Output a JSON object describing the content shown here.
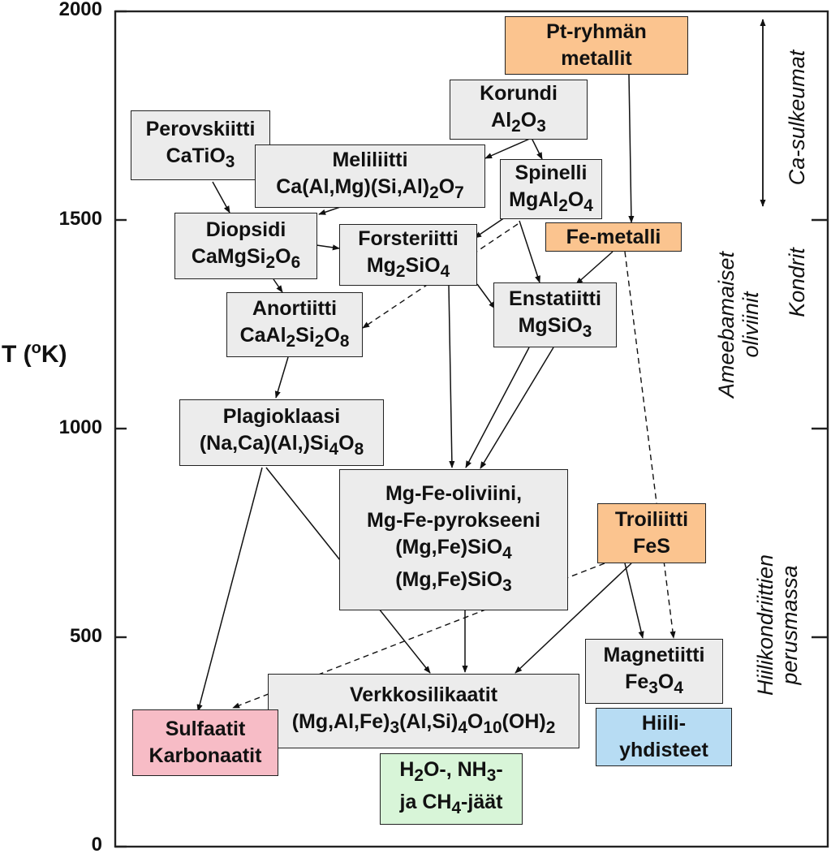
{
  "axis": {
    "label": "T (°K)",
    "ticks": [
      "2000",
      "1500",
      "1000",
      "500",
      "0"
    ]
  },
  "side_labels": {
    "ca_sulkeumat": "Ca-sulkeumat",
    "kondrit": "Kondrit",
    "ameebamaiset": "Ameebamaiset oliviinit",
    "hiilikondriittien": "Hiilikondriittien perusmassa"
  },
  "boxes": {
    "pt": [
      "Pt-ryhmän",
      "metallit"
    ],
    "korundi": [
      "Korundi",
      "Al2O3"
    ],
    "perovskiitti": [
      "Perovskiitti",
      "CaTiO3"
    ],
    "melilitti": [
      "Meliliitti",
      "Ca(Al,Mg)(Si,Al)2O7"
    ],
    "spinelli": [
      "Spinelli",
      "MgAl2O4"
    ],
    "diopsidi": [
      "Diopsidi",
      "CaMgSi2O6"
    ],
    "forsteriitti": [
      "Forsteriitti",
      "Mg2SiO4"
    ],
    "femetalli": [
      "Fe-metalli"
    ],
    "anortiitti": [
      "Anortiitti",
      "CaAl2Si2O8"
    ],
    "enstatiitti": [
      "Enstatiitti",
      "MgSiO3"
    ],
    "plagioklaasi": [
      "Plagioklaasi",
      "(Na,Ca)(Al,)Si4O8"
    ],
    "mgfe": [
      "Mg-Fe-oliviini,",
      "Mg-Fe-pyrokseeni",
      "(Mg,Fe)SiO4",
      "(Mg,Fe)SiO3"
    ],
    "troiliitti": [
      "Troiliitti",
      "FeS"
    ],
    "magnetiitti": [
      "Magnetiitti",
      "Fe3O4"
    ],
    "verkko": [
      "Verkkosilikaatit",
      "(Mg,Al,Fe)3(Al,Si)4O10(OH)2"
    ],
    "sulfaatit": [
      "Sulfaatit",
      "Karbonaatit"
    ],
    "hiili": [
      "Hiili-",
      "yhdisteet"
    ],
    "jaat": [
      "H2O-, NH3-",
      "ja CH4-jäät"
    ]
  },
  "colors": {
    "gray": "#ececec",
    "orange": "#fbc48f",
    "pink": "#f7bcc6",
    "blue": "#b7dcf3",
    "green": "#d8f5d8"
  }
}
